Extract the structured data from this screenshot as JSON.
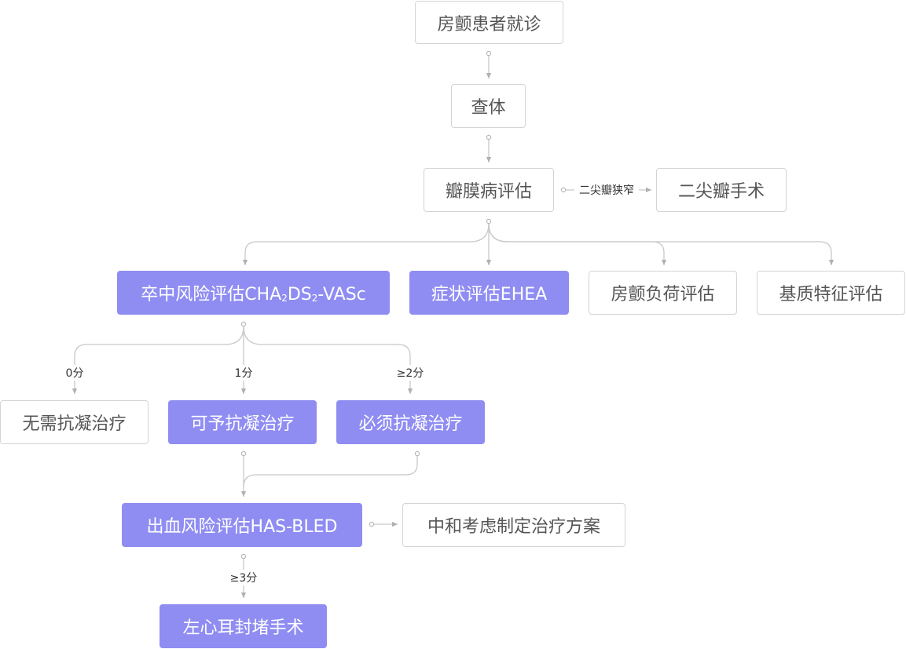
{
  "nodes": {
    "visit": "房颤患者就诊",
    "exam": "查体",
    "valve_eval": "瓣膜病评估",
    "mitral_surgery": "二尖瓣手术",
    "stroke_pre": "卒中风险评估CHA",
    "stroke_sub1": "2",
    "stroke_mid": "DS",
    "stroke_sub2": "2",
    "stroke_post": "-VASc",
    "symptom_eval": "症状评估EHEA",
    "burden_eval": "房颤负荷评估",
    "substrate_eval": "基质特征评估",
    "no_anticoag": "无需抗凝治疗",
    "may_anticoag": "可予抗凝治疗",
    "must_anticoag": "必须抗凝治疗",
    "bleed_eval": "出血风险评估HAS-BLED",
    "combined_plan": "中和考虑制定治疗方案",
    "laa_closure": "左心耳封堵手术"
  },
  "edge_labels": {
    "mitral_stenosis": "二尖瓣狭窄",
    "score_0": "0分",
    "score_1": "1分",
    "score_ge2": "≥2分",
    "score_ge3": "≥3分"
  },
  "colors": {
    "highlight": "#8f8df2",
    "plain_border": "#d4d4d4",
    "plain_text": "#555555",
    "edge": "#c8c8c8"
  }
}
